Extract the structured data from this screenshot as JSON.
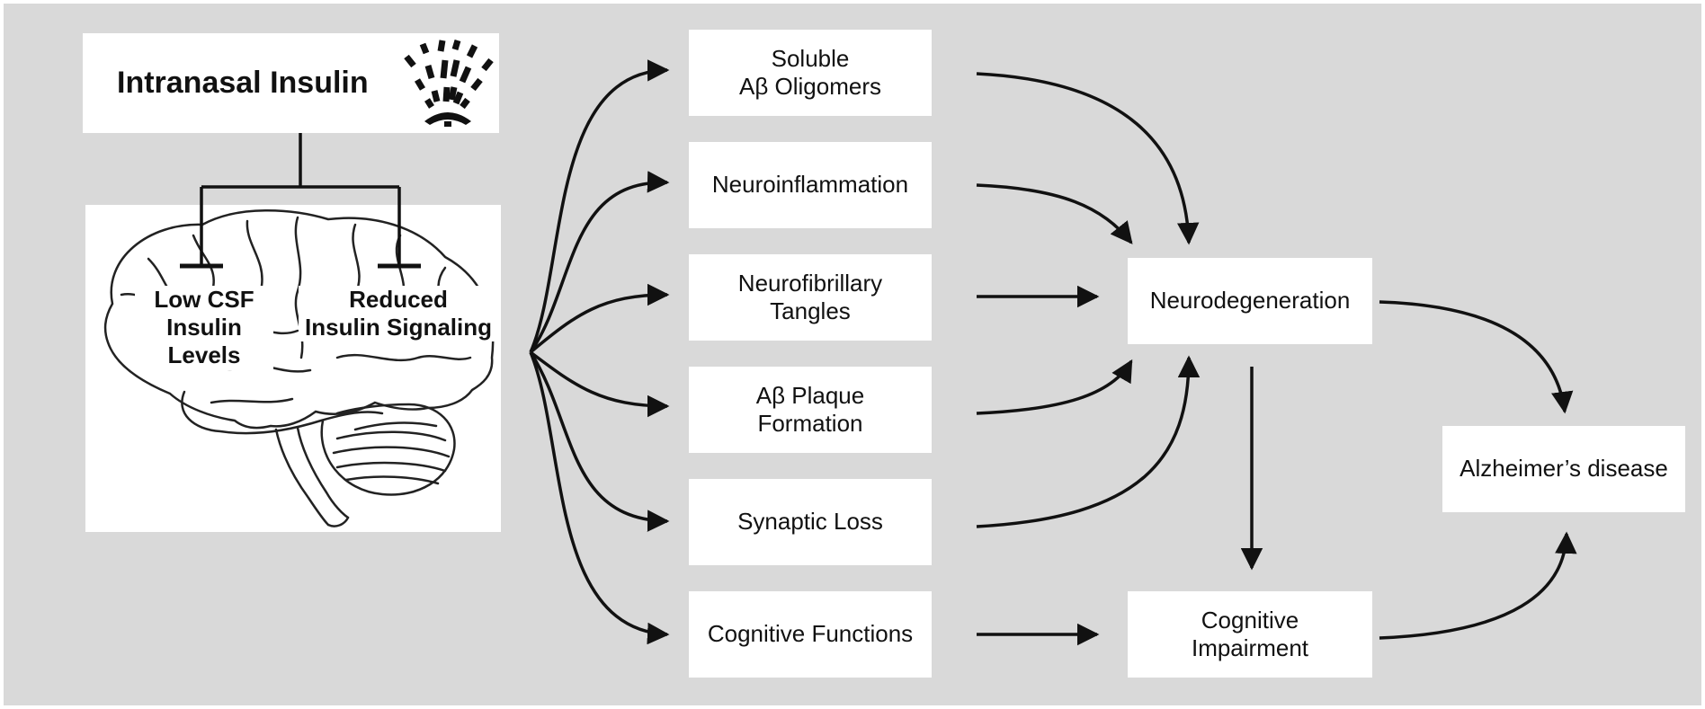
{
  "source": {
    "title": "Intranasal Insulin",
    "icon": "spray-icon",
    "deficits": [
      {
        "label": "Low CSF\nInsulin Levels"
      },
      {
        "label": "Reduced\nInsulin Signaling"
      }
    ],
    "illustration": "brain-icon"
  },
  "pathologies": [
    {
      "label": "Soluble\nAβ Oligomers"
    },
    {
      "label": "Neuroinflammation"
    },
    {
      "label": "Neurofibrillary\nTangles"
    },
    {
      "label": "Aβ Plaque\nFormation"
    },
    {
      "label": "Synaptic Loss"
    },
    {
      "label": "Cognitive Functions"
    }
  ],
  "outcomes": {
    "neurodegeneration": "Neurodegeneration",
    "cognitive_impairment": "Cognitive\nImpairment",
    "disease": "Alzheimer’s disease"
  },
  "colors": {
    "background": "#d9d9d9",
    "box": "#ffffff",
    "line": "#111111"
  }
}
